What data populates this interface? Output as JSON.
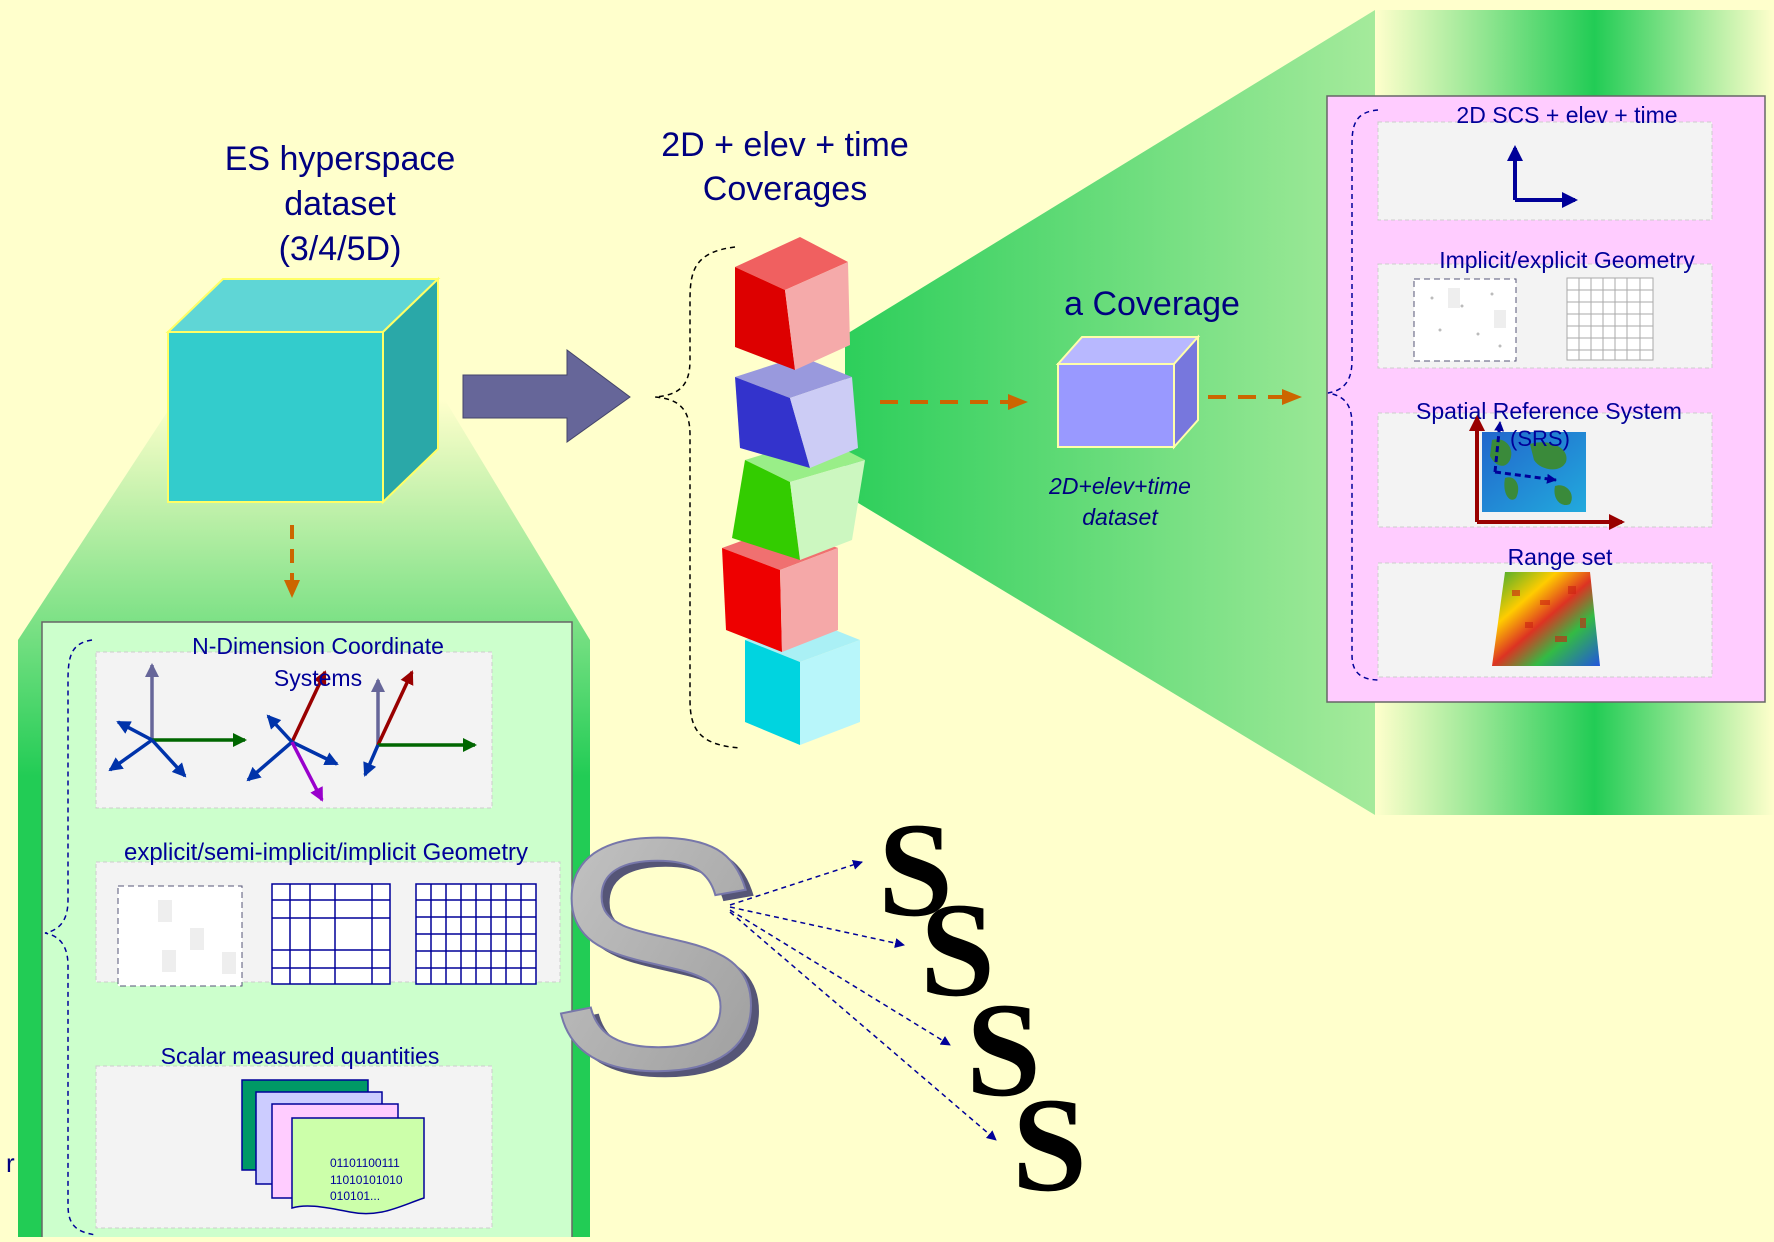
{
  "dataset": {
    "title_line1": "ES hyperspace",
    "title_line2": "dataset",
    "title_line3": "(3/4/5D)"
  },
  "coverages": {
    "title_line1": "2D + elev + time",
    "title_line2": "Coverages"
  },
  "coverage": {
    "title": "a  Coverage",
    "caption_line1": "2D+elev+time",
    "caption_line2": "dataset"
  },
  "left_panel": {
    "section1_line1": "N-Dimension Coordinate",
    "section1_line2": "Systems",
    "section2": "explicit/semi-implicit/implicit Geometry",
    "section3": "Scalar measured quantities",
    "binary_line1": "01101100111",
    "binary_line2": "11010101010",
    "binary_line3": "010101..."
  },
  "right_panel": {
    "section1": "2D SCS + elev + time",
    "section2": "Implicit/explicit Geometry",
    "section3": "Spatial Reference System",
    "section3_obscured": "(SRS)",
    "section4": "Range set"
  },
  "big_letter": "S",
  "small_letters": [
    "S",
    "S",
    "S",
    "S"
  ],
  "edge_text": "r",
  "colors": {
    "background": "#ffffcc",
    "green": "#22cc55",
    "navy_text": "#000080",
    "arrow_orange": "#cc6600",
    "panel_left": "#ccffcc",
    "panel_right": "#ffccff",
    "cube_cyan": "#33cccc",
    "cube_violet": "#9999ff"
  }
}
